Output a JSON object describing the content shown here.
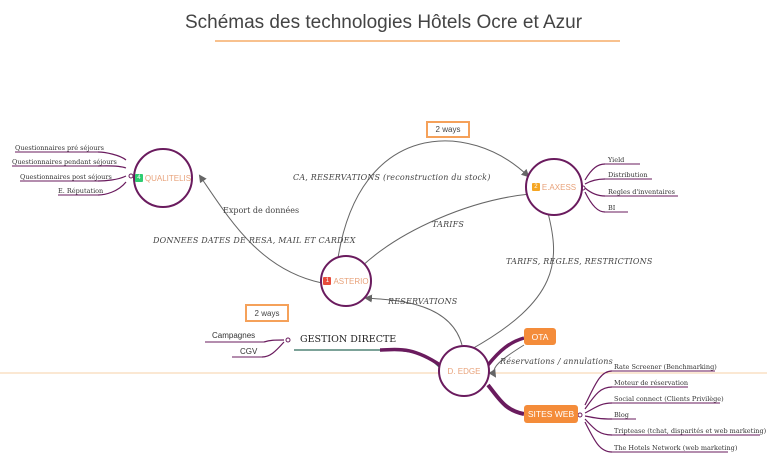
{
  "title": "Schémas des technologies Hôtels Ocre et Azur",
  "colors": {
    "line": "#6a1b5e",
    "accent": "#f48c3a",
    "arrow": "#666666",
    "title_rule": "#f39c4a"
  },
  "nodes": {
    "qualitelis": {
      "number": "4",
      "label": "QUALITELIS",
      "badge_color": "#2ecc71"
    },
    "eaxess": {
      "number": "2",
      "label": "E.AXESS",
      "badge_color": "#f5a623"
    },
    "asterio": {
      "number": "1",
      "label": "ASTERIO",
      "badge_color": "#e74c3c"
    },
    "dedge": {
      "label": "D. EDGE"
    },
    "ota": {
      "label": "OTA"
    },
    "sites_web": {
      "label": "SITES WEB"
    }
  },
  "qualitelis_items": [
    "Questionnaires pré séjours",
    "Questionnaires pendant séjours",
    "Questionnaires post séjours",
    "E. Réputation"
  ],
  "eaxess_items": [
    "Yield",
    "Distribution",
    "Regles d'inventaires",
    "BI"
  ],
  "gestion_items": [
    "Campagnes",
    "CGV"
  ],
  "gestion_label": "GESTION DIRECTE",
  "sites_items": [
    "Rate Screener (Benchmarking)",
    "Moteur de réservation",
    "Social connect (Clients Privilège)",
    "Blog",
    "Triptease (tchat, disparités et web marketing)",
    "The Hotels Network (web marketing)"
  ],
  "two_ways": [
    "2 ways",
    "2 ways"
  ],
  "edges": {
    "ca_reservations": "CA, RESERVATIONS (reconstruction du stock)",
    "export": "Export de données",
    "donnees": "DONNEES DATES DE RESA, MAIL ET CARDEX",
    "tarifs": "TARIFS",
    "tarifs_regles": "TARIFS, REGLES, RESTRICTIONS",
    "reservations": "RESERVATIONS",
    "reservations_annulations": "Réservations / annulations"
  }
}
